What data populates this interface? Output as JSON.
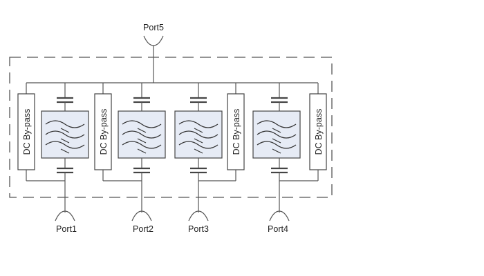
{
  "diagram": {
    "ports": {
      "top": "Port5",
      "bottom": [
        "Port1",
        "Port2",
        "Port3",
        "Port4"
      ]
    },
    "dc_bypass_label": "DC By-pass",
    "dc_bypass_count": 4,
    "filter_count": 4,
    "colors": {
      "line": "#555555",
      "filter_fill": "#e6ebf5",
      "dc_box_fill": "#ffffff",
      "text": "#222222"
    }
  }
}
